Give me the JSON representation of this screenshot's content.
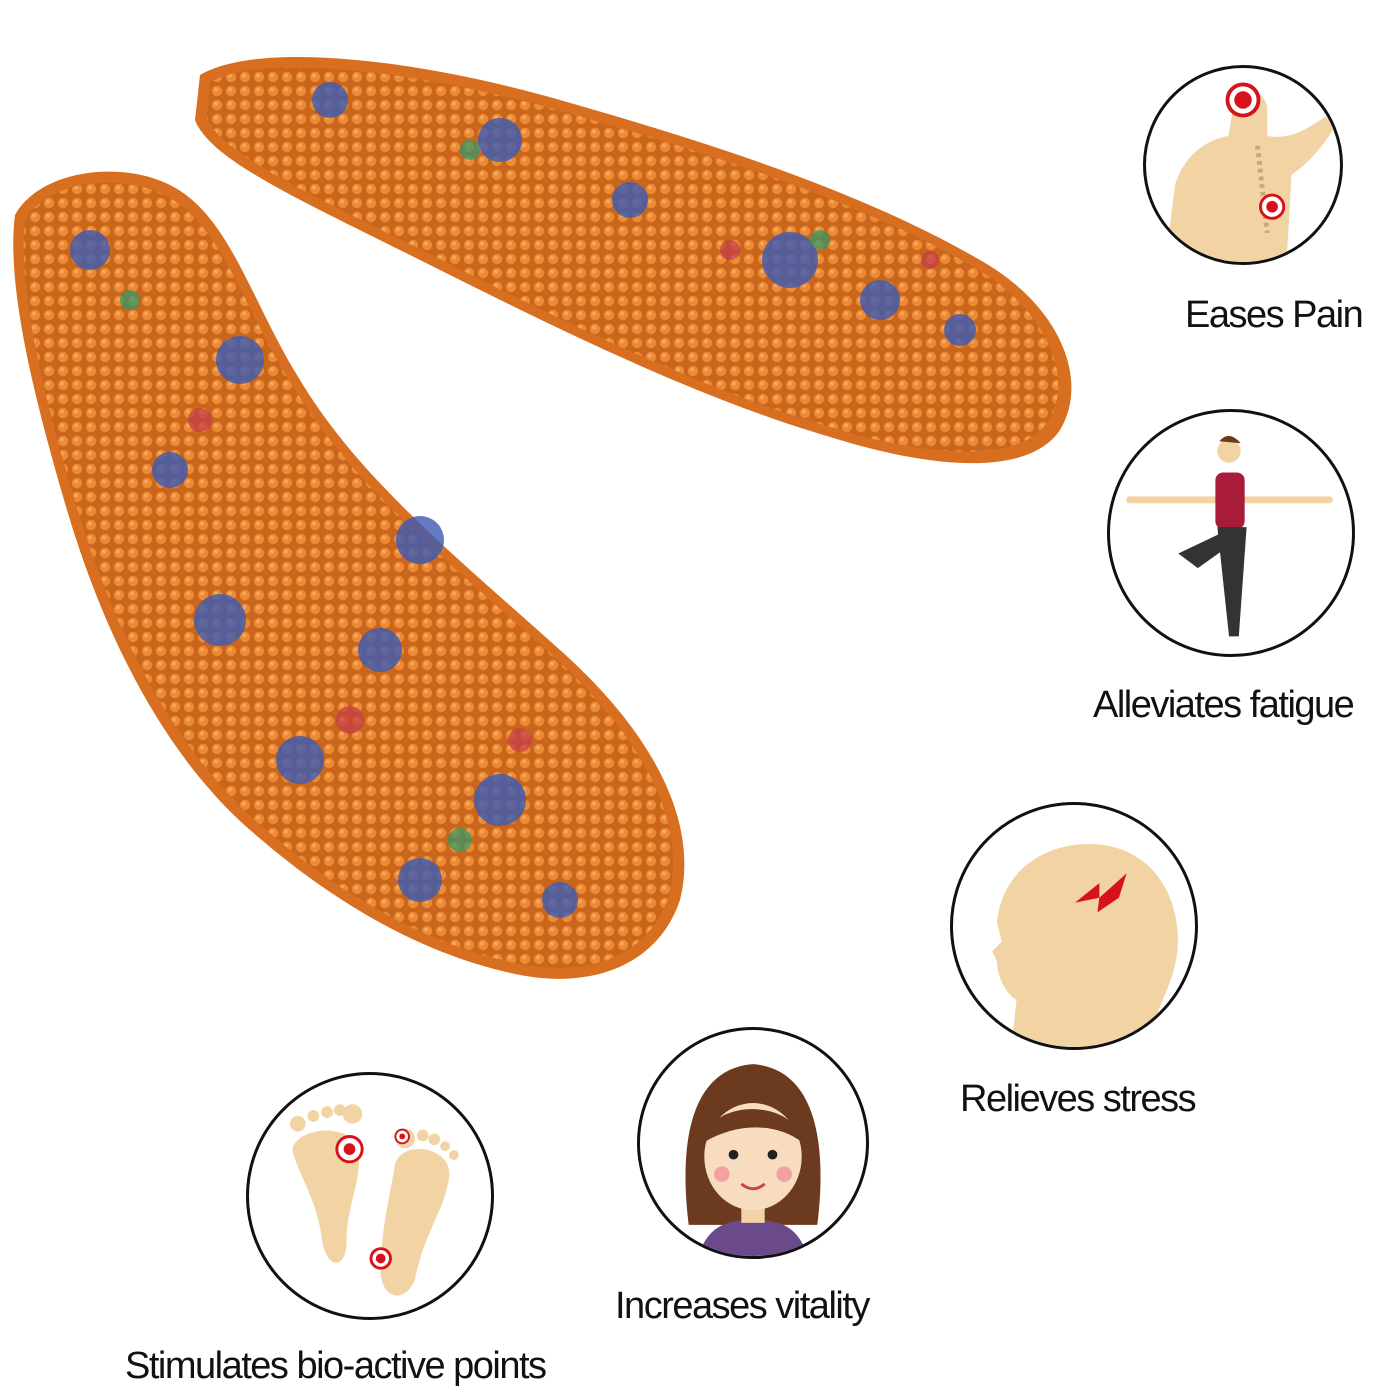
{
  "benefits": [
    {
      "label": "Eases Pain",
      "icon": "back-pain-icon"
    },
    {
      "label": "Alleviates fatigue",
      "icon": "yoga-pose-icon"
    },
    {
      "label": "Relieves stress",
      "icon": "head-stress-icon"
    },
    {
      "label": "Increases vitality",
      "icon": "smiling-girl-icon"
    },
    {
      "label": "Stimulates bio-active points",
      "icon": "foot-points-icon"
    }
  ],
  "colors": {
    "insole": "#e07a2a",
    "skin": "#f2d3a4",
    "accent_red": "#d8121b",
    "outline": "#111111"
  }
}
